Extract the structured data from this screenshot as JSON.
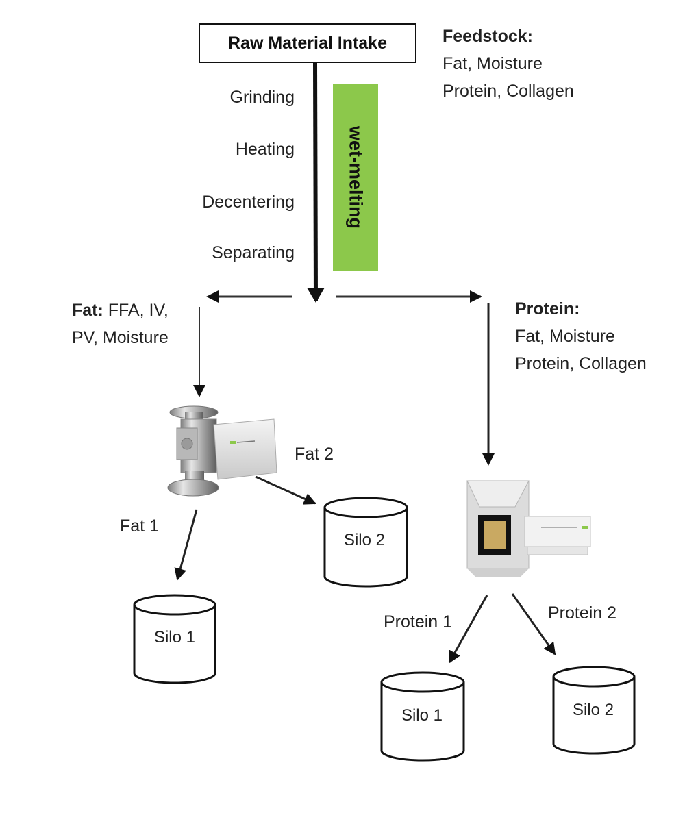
{
  "diagram": {
    "intake": {
      "label": "Raw Material Intake"
    },
    "feedstock": {
      "title": "Feedstock:",
      "line1": "Fat, Moisture",
      "line2": "Protein, Collagen"
    },
    "process_steps": [
      "Grinding",
      "Heating",
      "Decentering",
      "Separating"
    ],
    "process_group": {
      "label": "wet-melting",
      "color": "#8cc84b"
    },
    "fat_branch": {
      "title": "Fat:",
      "line1_rest": " FFA, IV,",
      "line2": "PV, Moisture",
      "analyzer_icon": "inline-fat-analyzer",
      "outputs": [
        {
          "label": "Fat 1",
          "silo": "Silo 1"
        },
        {
          "label": "Fat 2",
          "silo": "Silo 2"
        }
      ]
    },
    "protein_branch": {
      "title": "Protein:",
      "line1": "Fat, Moisture",
      "line2": "Protein, Collagen",
      "analyzer_icon": "inline-protein-analyzer",
      "outputs": [
        {
          "label": "Protein 1",
          "silo": "Silo 1"
        },
        {
          "label": "Protein 2",
          "silo": "Silo 2"
        }
      ]
    }
  }
}
